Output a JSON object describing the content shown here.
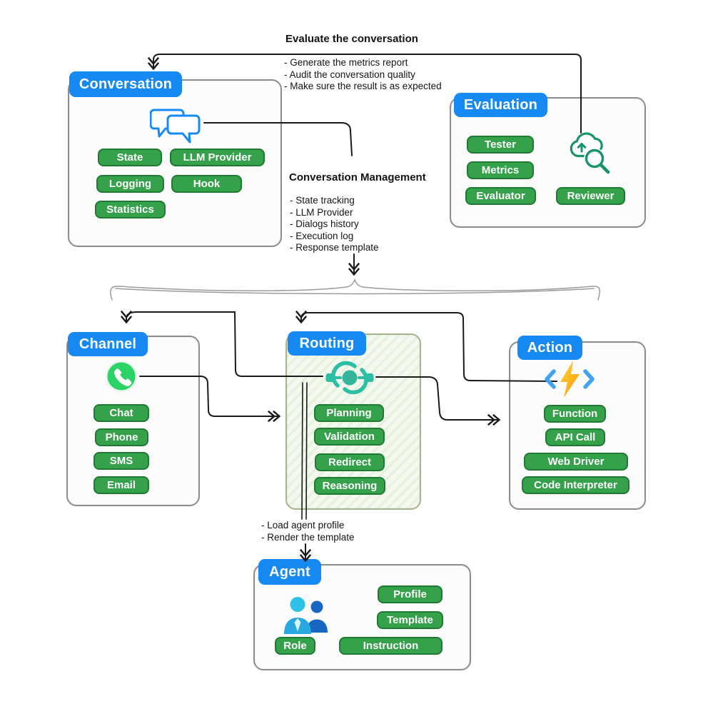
{
  "colors": {
    "badge_blue": "#1789f2",
    "pill_green": "#35a14b",
    "pill_border": "#1f7a33",
    "teal": "#2cbfa4",
    "whatsapp_green": "#2bd366",
    "bolt_yellow": "#ffd63b",
    "bolt_orange": "#ff9406",
    "line_black": "#1a1a1a",
    "brace_gray": "#9b9b9b"
  },
  "notes": {
    "evaluate": {
      "title": "Evaluate the conversation",
      "lines": [
        "- Generate the metrics report",
        "- Audit the conversation quality",
        "- Make sure the result is as expected"
      ]
    },
    "management": {
      "title": "Conversation Management",
      "lines": [
        "- State tracking",
        "- LLM Provider",
        "- Dialogs history",
        "- Execution log",
        "- Response template"
      ]
    },
    "agent": {
      "lines": [
        "- Load agent profile",
        "- Render the template"
      ]
    }
  },
  "nodes": {
    "conversation": {
      "title": "Conversation",
      "icon": "chat-bubbles-icon",
      "pills": [
        "State",
        "LLM Provider",
        "Logging",
        "Hook",
        "Statistics"
      ]
    },
    "evaluation": {
      "title": "Evaluation",
      "icon": "cloud-search-icon",
      "pills": [
        "Tester",
        "Metrics",
        "Evaluator",
        "Reviewer"
      ]
    },
    "channel": {
      "title": "Channel",
      "icon": "whatsapp-icon",
      "pills": [
        "Chat",
        "Phone",
        "SMS",
        "Email"
      ]
    },
    "routing": {
      "title": "Routing",
      "icon": "route-hub-icon",
      "pills": [
        "Planning",
        "Validation",
        "Redirect",
        "Reasoning"
      ]
    },
    "action": {
      "title": "Action",
      "icon": "lightning-code-icon",
      "pills": [
        "Function",
        "API Call",
        "Web Driver",
        "Code Interpreter"
      ]
    },
    "agent": {
      "title": "Agent",
      "icon": "team-icon",
      "pills": [
        "Profile",
        "Template",
        "Role",
        "Instruction"
      ]
    }
  }
}
